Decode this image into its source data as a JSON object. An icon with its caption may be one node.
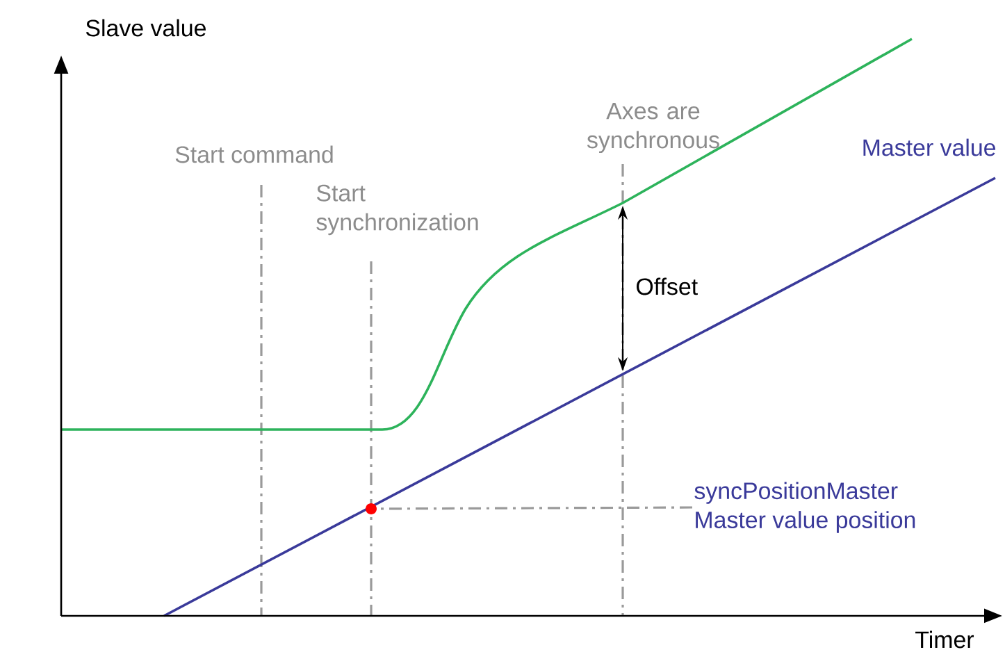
{
  "diagram": {
    "nodes": [
      {
        "text": [
          "syncPositionMaster",
          "Master value position"
        ]
      },
      {
        "text": [],
        "shape": "circle"
      }
    ],
    "edges": [
      {
        "from": 0,
        "to": 1,
        "arrow": "none",
        "style": "dashed",
        "color": "#9a9a9a"
      }
    ],
    "labels": [
      "Slave value",
      "Axes are synchronous",
      "Start command",
      "Master value",
      "Start synchronization",
      "Offset",
      "Timer"
    ]
  }
}
